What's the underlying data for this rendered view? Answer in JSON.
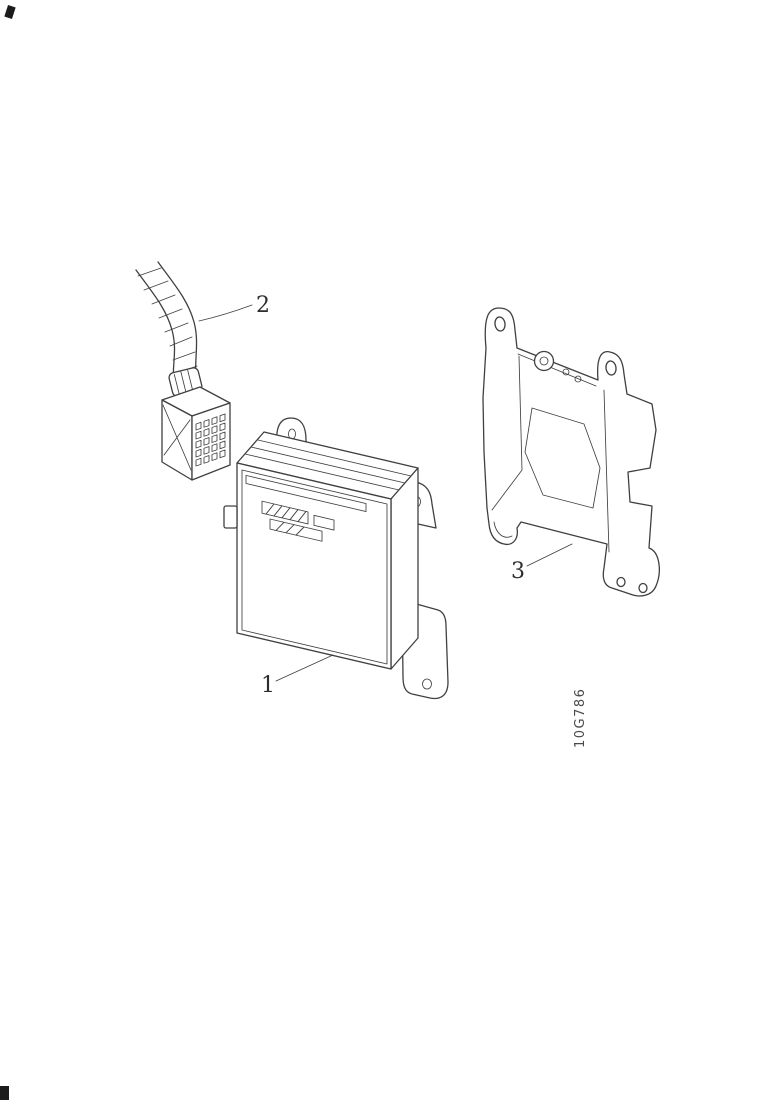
{
  "page": {
    "background": "#ffffff"
  },
  "diagram": {
    "line_color": "#404040",
    "callouts": [
      {
        "label": "1"
      },
      {
        "label": "2"
      },
      {
        "label": "3"
      }
    ],
    "part_code": "10G786"
  }
}
